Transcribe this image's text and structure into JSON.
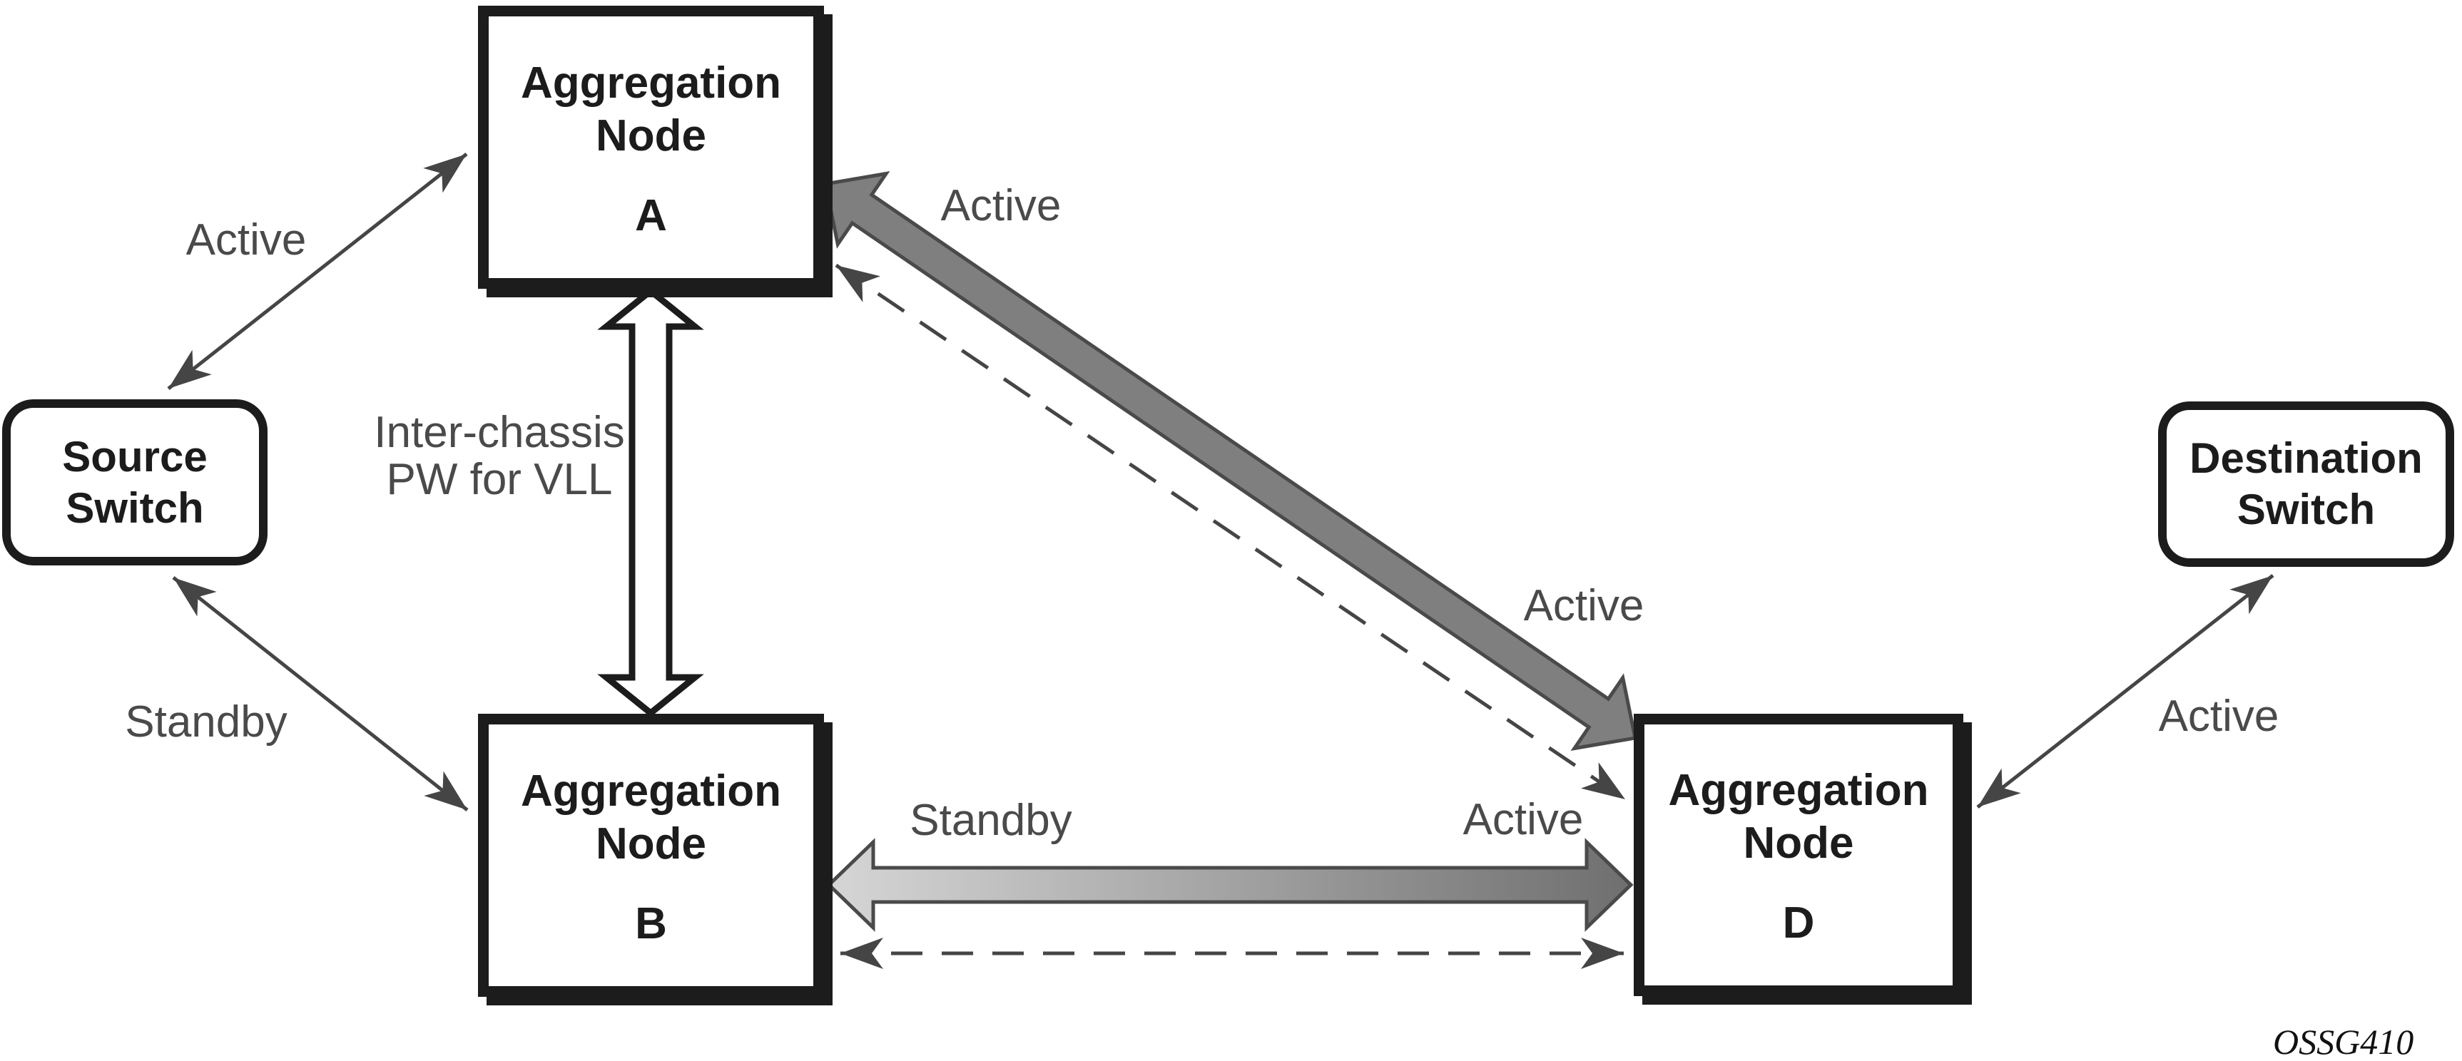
{
  "nodes": {
    "source_switch": {
      "line1": "Source",
      "line2": "Switch"
    },
    "destination_switch": {
      "line1": "Destination",
      "line2": "Switch"
    },
    "node_a": {
      "line1": "Aggregation",
      "line2": "Node",
      "letter": "A"
    },
    "node_b": {
      "line1": "Aggregation",
      "line2": "Node",
      "letter": "B"
    },
    "node_d": {
      "line1": "Aggregation",
      "line2": "Node",
      "letter": "D"
    }
  },
  "labels": {
    "source_to_a": "Active",
    "source_to_b": "Standby",
    "interchassis_line1": "Inter-chassis",
    "interchassis_line2": "PW for VLL",
    "a_to_d_near_a": "Active",
    "a_to_d_near_d": "Active",
    "b_to_d_left": "Standby",
    "b_to_d_right": "Active",
    "d_to_destination": "Active"
  },
  "caption": "OSSG410",
  "colors": {
    "ink": "#1c1c1c",
    "label_gray": "#4a4a4a",
    "thin_line": "#454545",
    "thick_arrow_fill": "#7f7f7f",
    "thick_arrow_outline": "#4a4a4a",
    "gradient_light": "#d6d6d6",
    "gradient_dark": "#6f6f6f",
    "hollow_arrow_fill": "#ffffff"
  }
}
